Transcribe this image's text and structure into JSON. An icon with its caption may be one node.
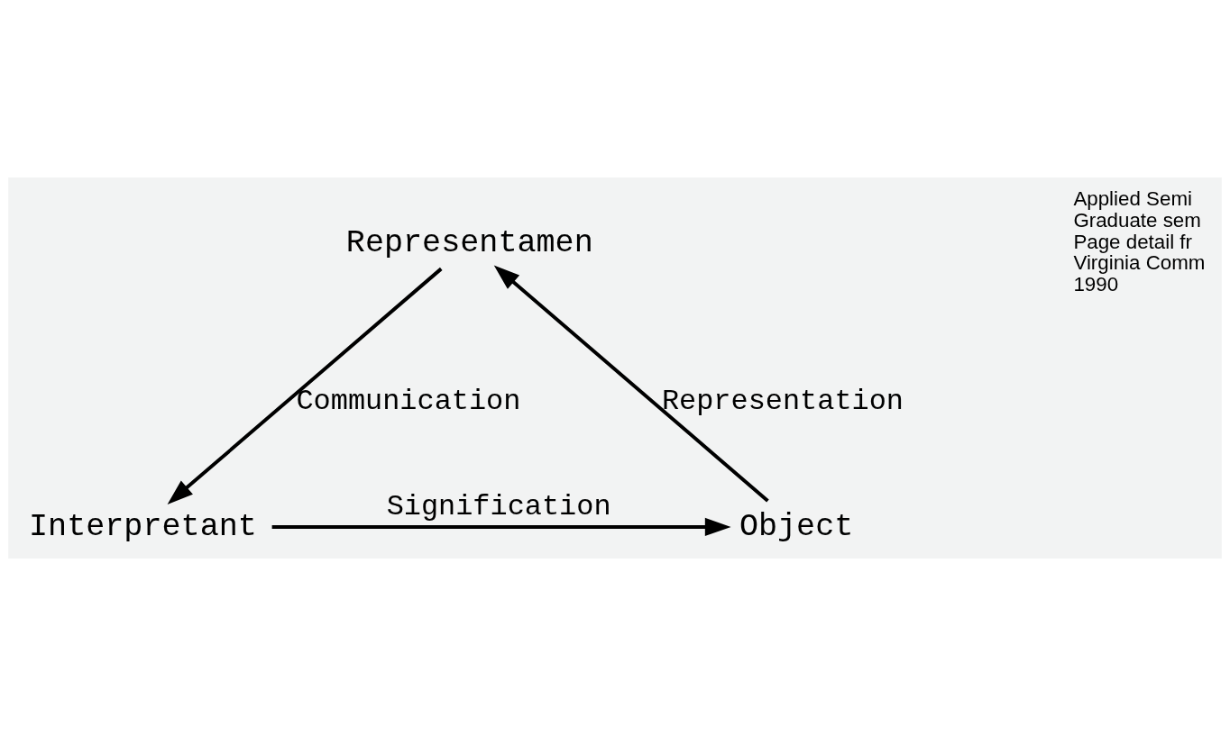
{
  "diagram": {
    "nodes": [
      {
        "text": [
          "Representamen"
        ]
      },
      {
        "text": [
          "Interpretant"
        ]
      },
      {
        "text": [
          "Object"
        ]
      }
    ],
    "edges": [
      {
        "from": 2,
        "to": 0,
        "arrow": "to",
        "label": "Representation"
      },
      {
        "from": 0,
        "to": 1,
        "arrow": "to",
        "label": "Communication"
      },
      {
        "from": 1,
        "to": 2,
        "arrow": "to",
        "label": "Signification"
      }
    ],
    "labels": [
      "Applied Semi",
      "Graduate sem",
      "Page detail fr",
      "Virginia Comm",
      "1990"
    ]
  }
}
